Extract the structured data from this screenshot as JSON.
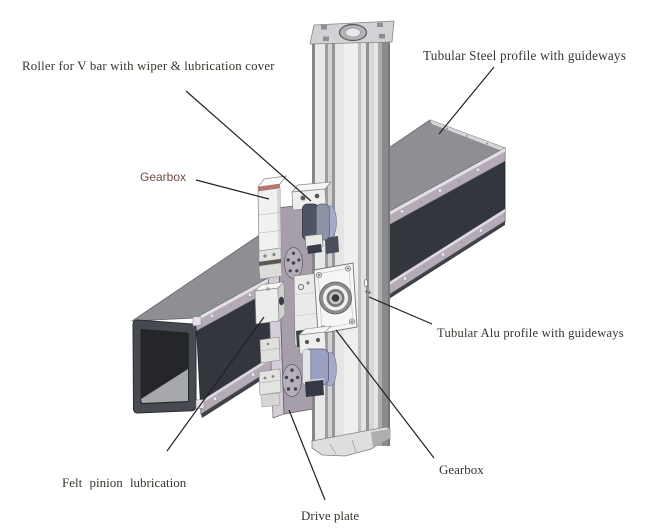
{
  "diagram": {
    "type": "technical-annotation-diagram",
    "subject": "Cross axis linear unit with tubular profiles, drive plate, gearboxes and rollers",
    "labels": [
      {
        "id": "roller-label",
        "text": "Roller for V bar with wiper & lubrication cover"
      },
      {
        "id": "steel-profile-label",
        "text": "Tubular Steel profile with guideways"
      },
      {
        "id": "gearbox-left-label",
        "text": "Gearbox"
      },
      {
        "id": "alu-profile-label",
        "text": "Tubular Alu profile with guideways"
      },
      {
        "id": "gearbox-bottom-label",
        "text": "Gearbox"
      },
      {
        "id": "felt-label",
        "text": "Felt pinion lubrication"
      },
      {
        "id": "drive-plate-label",
        "text": "Drive plate"
      }
    ]
  },
  "colors": {
    "steel_front": "#33363c",
    "steel_top": "#8d8f93",
    "guideway_rail": "#b4abb7",
    "alu_profile": "#efeff0",
    "drive_plate": "#a79eab",
    "roller_cover_dark": "#4d5565",
    "roller_cover_light": "#9aa0c1",
    "seal_pink": "#c1736b",
    "gearbox_white": "#f6f6f4",
    "leader_line": "#222222",
    "label_text": "#39352e",
    "gearbox_label_maroon": "#6f4a41"
  }
}
